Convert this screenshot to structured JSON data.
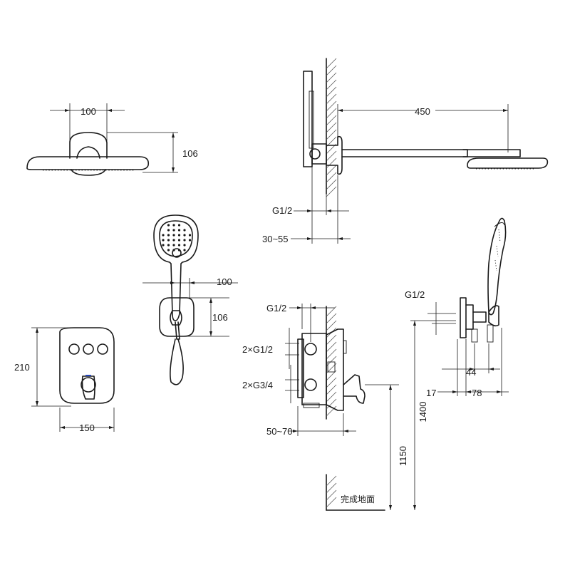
{
  "dimensions": {
    "overhead_width": "100",
    "overhead_height": "106",
    "arm_length": "450",
    "wall_thread": "G1/2",
    "wall_depth": "30~55",
    "holder_width": "100",
    "holder_height": "106",
    "panel_height": "210",
    "panel_width": "150",
    "box_thread_top": "G1/2",
    "box_outlet_g12": "2×G1/2",
    "box_outlet_g34": "2×G3/4",
    "box_depth": "50~70",
    "valve_height": "1150",
    "handshower_height": "1400",
    "elbow_thread": "G1/2",
    "elbow_44": "44",
    "elbow_17": "17",
    "elbow_78": "78"
  },
  "floor_label": "完成地面"
}
